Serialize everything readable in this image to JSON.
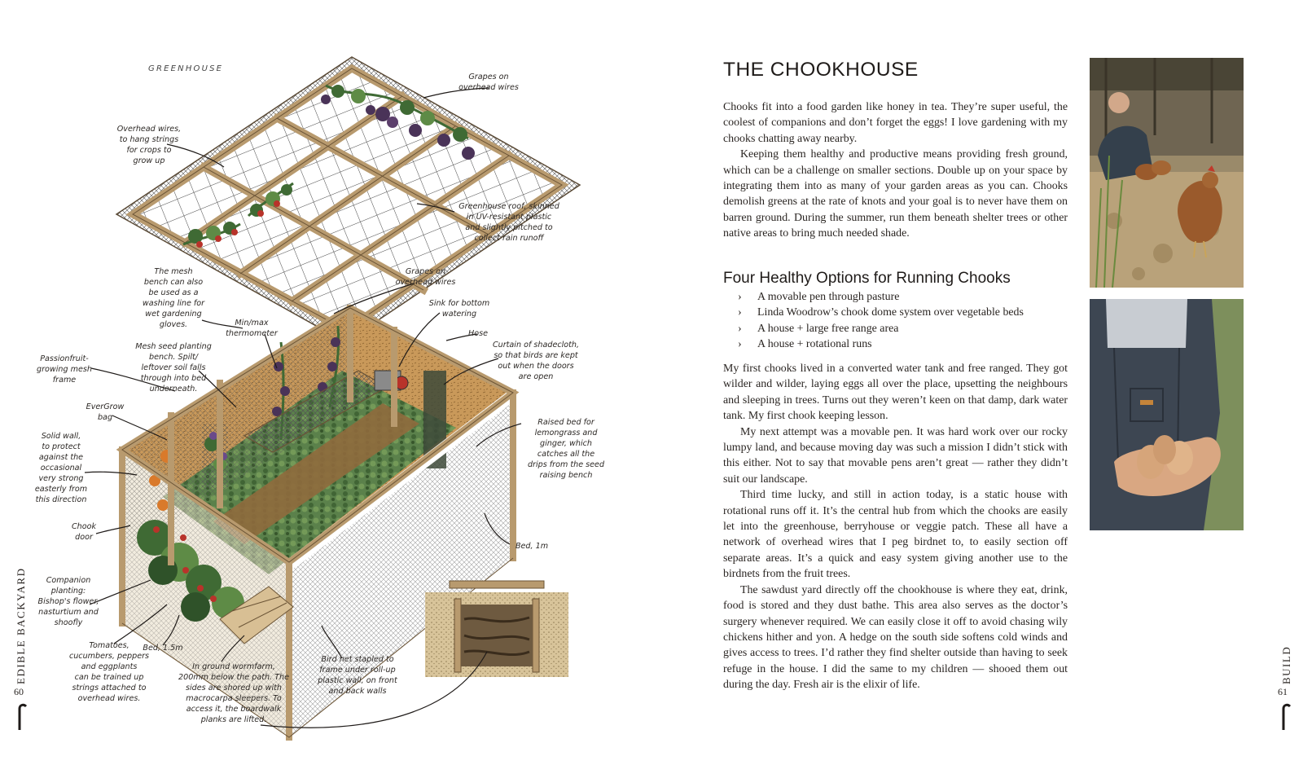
{
  "left_page": {
    "running_head": "EDIBLE BACKYARD",
    "page_number": "60",
    "illustration_title": "GREENHOUSE",
    "labels": {
      "grapes_top": "Grapes on\noverhead wires",
      "overhead_wires": "Overhead wires,\nto hang strings\nfor crops to\ngrow up",
      "roof": "Greenhouse roof, skinned\nin UV-resistant plastic\nand slightly pitched to\ncollect rain runoff",
      "mesh_bench": "The mesh\nbench can also\nbe used as a\nwashing line for\nwet gardening\ngloves.",
      "grapes_mid": "Grapes on\noverhead wires",
      "sink": "Sink for bottom\nwatering",
      "thermometer": "Min/max\nthermometer",
      "hose": "Hose",
      "seed_bench": "Mesh seed planting\nbench. Spilt/\nleftover soil falls\nthrough into bed\nunderneath.",
      "passionfruit": "Passionfruit-\ngrowing mesh\nframe",
      "curtain": "Curtain of shadecloth,\nso that birds are kept\nout when the doors\nare open",
      "evergrow": "EverGrow\nbag",
      "raised_bed": "Raised bed for\nlemongrass and\nginger, which\ncatches all the\ndrips from the seed\nraising bench",
      "solid_wall": "Solid wall,\nto protect\nagainst the\noccasional\nvery strong\neasterly from\nthis direction",
      "chook_door": "Chook\ndoor",
      "bed_1m": "Bed, 1m",
      "companion": "Companion\nplanting:\nBishop's flower,\nnasturtium and\nshoofly",
      "tomatoes": "Tomatoes,\ncucumbers, peppers\nand eggplants\ncan be trained up\nstrings attached to\noverhead wires.",
      "bed_15": "Bed, 1.5m",
      "wormfarm": "In ground wormfarm,\n200mm below the path. The\nsides are shored up with\nmacrocarpa sleepers. To\naccess it, the boardwalk\nplanks are lifted.",
      "birdnet": "Bird net stapled to\nframe under roll-up\nplastic wall, on front\nand back walls"
    }
  },
  "right_page": {
    "running_head": "BUILD",
    "page_number": "61",
    "title": "THE CHOOKHOUSE",
    "intro": [
      "Chooks fit into a food garden like honey in tea. They’re super useful, the coolest of companions and don’t forget the eggs! I love gardening with my chooks chatting away nearby.",
      "Keeping them healthy and productive means providing fresh ground, which can be a challenge on smaller sections. Double up on your space by integrating them into as many of your garden areas as you can. Chooks demolish greens at the rate of knots and your goal is to never have them on barren ground. During the summer, run them beneath shelter trees or other native areas to bring much needed shade."
    ],
    "subheading": "Four Healthy Options for Running Chooks",
    "bullet_glyph": "›",
    "options": [
      "A movable pen through pasture",
      "Linda Woodrow’s chook dome system over vegetable beds",
      "A house + large free range area",
      "A house + rotational runs"
    ],
    "story": [
      "My first chooks lived in a converted water tank and free ranged. They got wilder and wilder, laying eggs all over the place, upsetting the neighbours and sleeping in trees. Turns out they weren’t keen on that damp, dark water tank. My first chook keeping lesson.",
      "My next attempt was a movable pen. It was hard work over our rocky lumpy land, and because moving day was such a mission I didn’t stick with this either. Not to say that movable pens aren’t great — rather they didn’t suit our landscape.",
      "Third time lucky, and still in action today, is a static house with rotational runs off it. It’s the central hub from which the chooks are easily let into the greenhouse, berryhouse or veggie patch. These all have a network of overhead wires that I peg birdnet to, to easily section off separate areas. It’s a quick and easy system giving another use to the birdnets from the fruit trees.",
      "The sawdust yard directly off the chookhouse is where they eat, drink, food is stored and they dust bathe. This area also serves as the doctor’s surgery whenever required. We can easily close it off to avoid chasing wily chickens hither and yon. A hedge on the south side softens cold winds and gives access to trees. I’d rather they find shelter outside than having to seek refuge in the house. I did the same to my children — shooed them out during the day. Fresh air is the elixir of life."
    ]
  },
  "colors": {
    "text": "#2a2522",
    "timber": "#b89a6e",
    "timber_dark": "#6b5436",
    "grape": "#4a3358",
    "leaf": "#3f6a34",
    "tomato": "#b8332a",
    "hen": "#9a5a2c"
  },
  "icons": [
    "hook-icon"
  ]
}
